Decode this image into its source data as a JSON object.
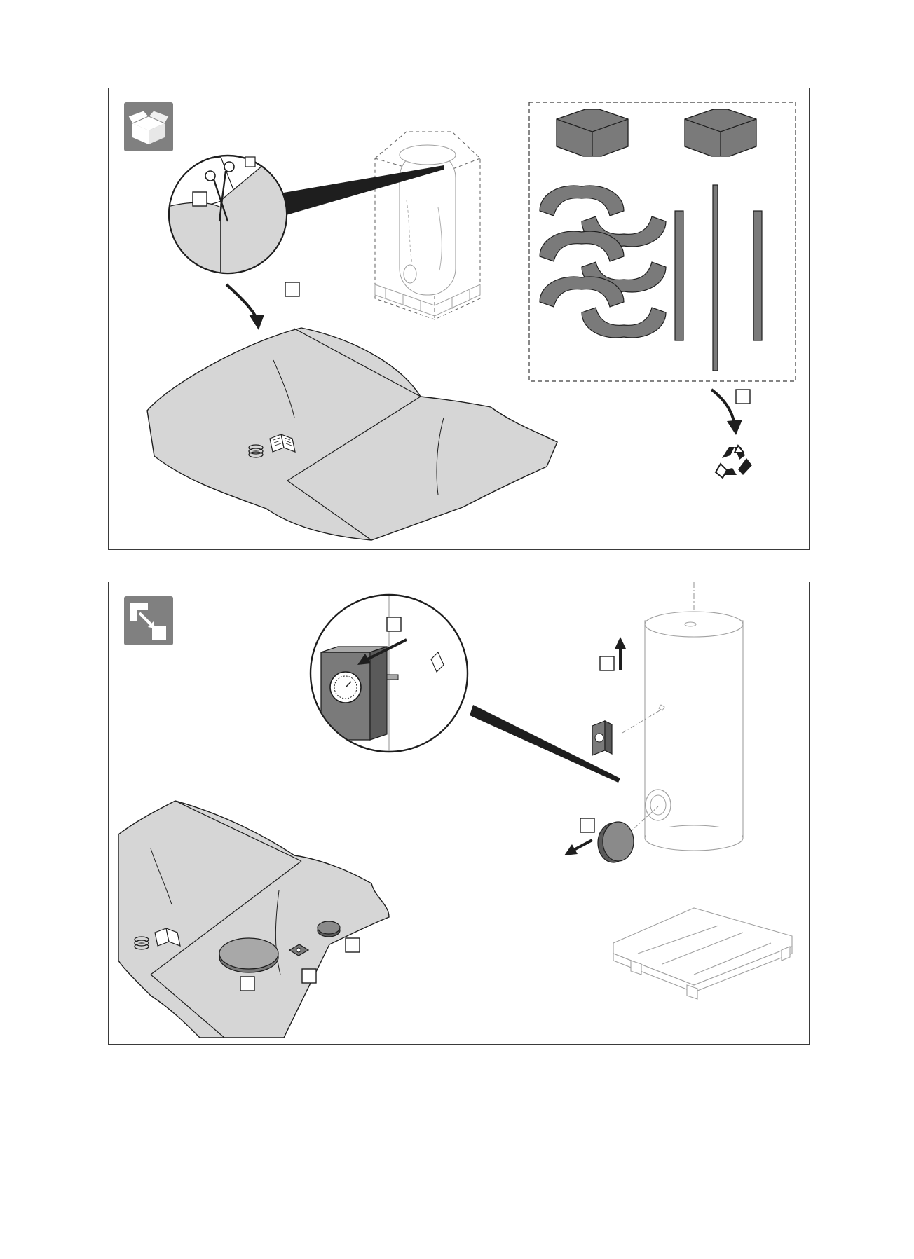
{
  "colors": {
    "frame": "#3a3a3a",
    "icon_background": "#808080",
    "sheet_fill": "#d6d6d6",
    "part_fill": "#7a7a7a",
    "part_fill_light": "#a8a8a8",
    "line": "#1e1e1e"
  },
  "panels": [
    {
      "icon": "unpacking-box-icon",
      "callout_boxes": [
        "",
        "",
        ""
      ],
      "items": [
        "cover-sheet",
        "documentation-booklet",
        "cable-bundle",
        "top-packaging-corners",
        "support-rings",
        "packaging-strips",
        "recycling-symbol",
        "scissors"
      ]
    },
    {
      "icon": "remove-parts-icon",
      "callout_boxes": [
        "",
        "",
        "",
        "",
        "",
        ""
      ],
      "items": [
        "storage-tank",
        "pallet",
        "thermometer-plate",
        "flange-cover",
        "tank-top-cap",
        "small-clip"
      ]
    }
  ]
}
